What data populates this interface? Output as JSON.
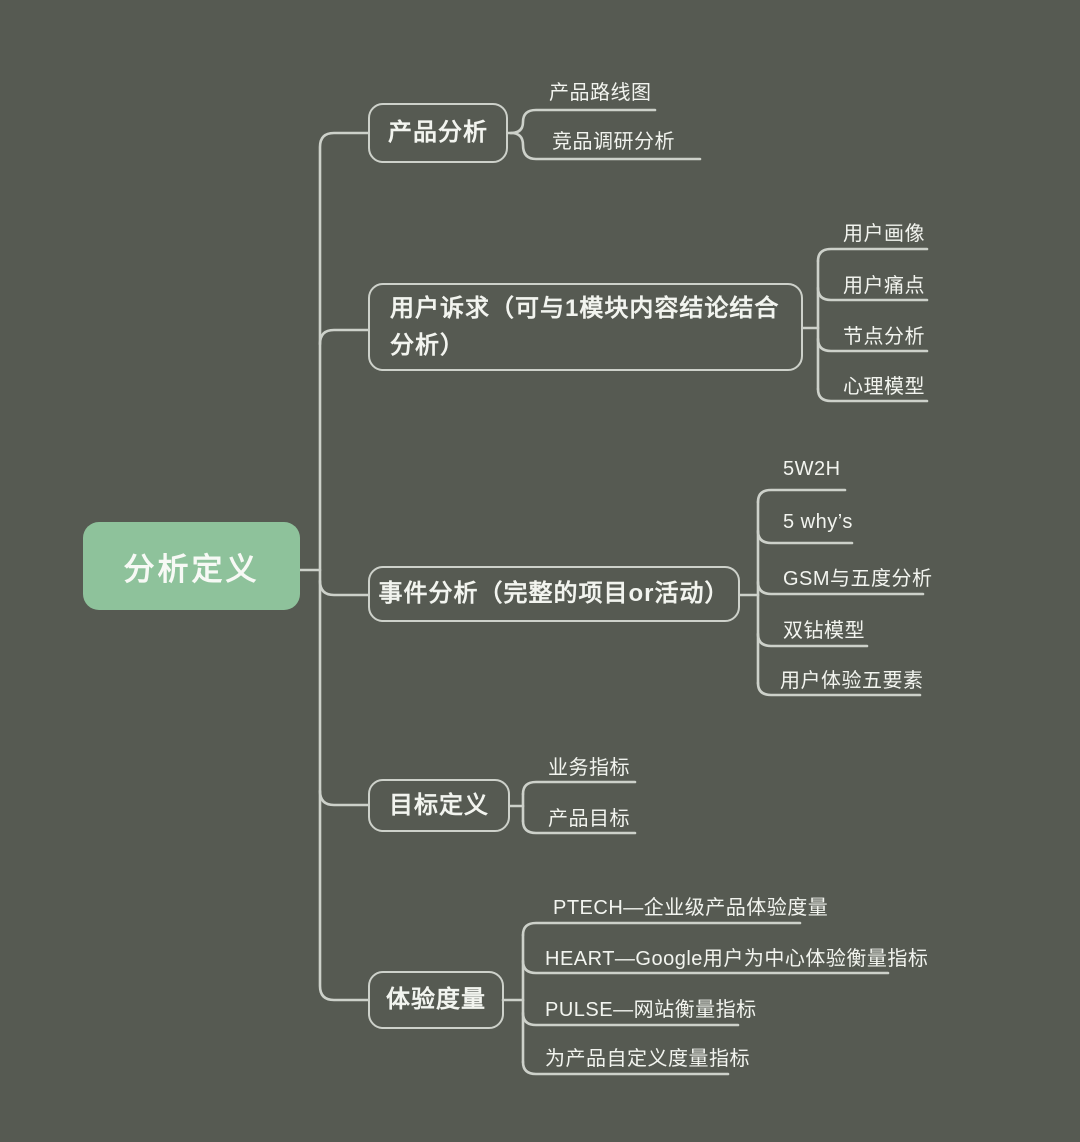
{
  "colors": {
    "background": "#565a52",
    "line": "#cdd1ca",
    "text": "#f2f4ef",
    "root_fill": "#8ec29b"
  },
  "root": {
    "label": "分析定义"
  },
  "branches": [
    {
      "label": "产品分析",
      "children": [
        "产品路线图",
        "竞品调研分析"
      ]
    },
    {
      "label": "用户诉求（可与1模块内容结论结合分析）",
      "children": [
        "用户画像",
        "用户痛点",
        "节点分析",
        "心理模型"
      ]
    },
    {
      "label": "事件分析（完整的项目or活动）",
      "children": [
        "5W2H",
        "5 why’s",
        "GSM与五度分析",
        "双钻模型",
        "用户体验五要素"
      ]
    },
    {
      "label": "目标定义",
      "children": [
        "业务指标",
        "产品目标"
      ]
    },
    {
      "label": "体验度量",
      "children": [
        "PTECH—企业级产品体验度量",
        "HEART—Google用户为中心体验衡量指标",
        "PULSE—网站衡量指标",
        "为产品自定义度量指标"
      ]
    }
  ]
}
